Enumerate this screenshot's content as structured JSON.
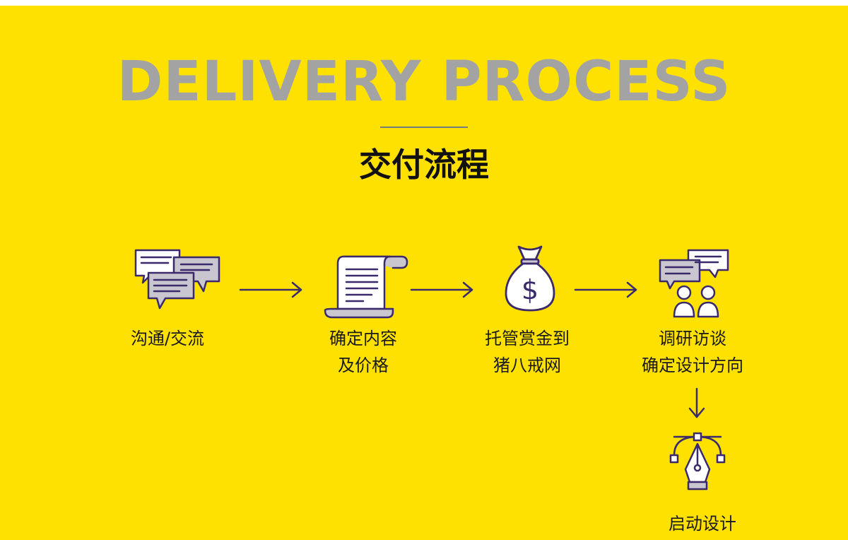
{
  "header": {
    "title_en": "DELIVERY PROCESS",
    "title_cn": "交付流程"
  },
  "colors": {
    "background": "#ffe100",
    "title_en": "#a3a3a3",
    "icon_stroke": "#3a2a6b",
    "icon_fill": "#ffffff",
    "icon_shade": "#c9c6cf"
  },
  "steps": [
    {
      "icon": "chat-bubbles-icon",
      "lines": [
        "沟通/交流"
      ]
    },
    {
      "icon": "scroll-document-icon",
      "lines": [
        "确定内容",
        "及价格"
      ]
    },
    {
      "icon": "money-bag-icon",
      "lines": [
        "托管赏金到",
        "猪八戒网"
      ]
    },
    {
      "icon": "interview-icon",
      "lines": [
        "调研访谈",
        "确定设计方向"
      ]
    },
    {
      "icon": "pen-tool-icon",
      "lines": [
        "启动设计"
      ]
    }
  ]
}
